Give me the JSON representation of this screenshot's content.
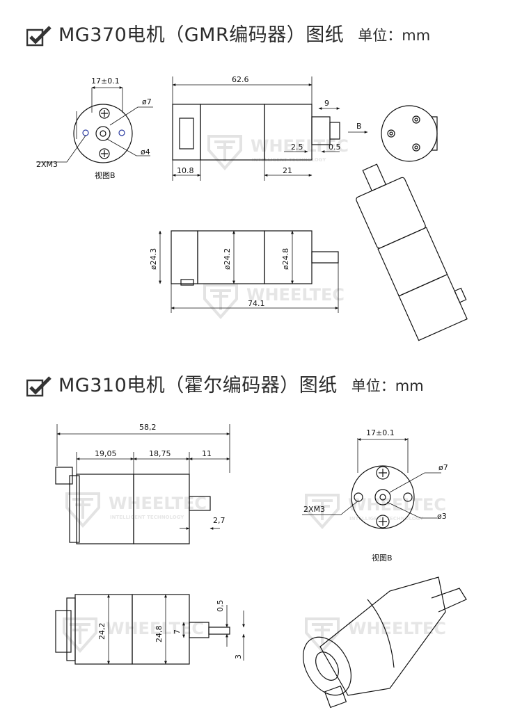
{
  "section1": {
    "title": "MG370电机（GMR编码器）图纸",
    "unit": "单位：mm",
    "dims": {
      "flange_width": "17±0.1",
      "overall_length": "62.6",
      "shaft_dia": "ø7",
      "hole_dia": "ø4",
      "mount_holes": "2XM3",
      "view_b": "视图B",
      "shaft_len": "9",
      "d_2_5": "2.5",
      "d_0_5": "0.5",
      "encoder_len": "10.8",
      "gearbox_len": "21",
      "b_arrow": "B",
      "d_24_3": "ø24.3",
      "d_24_2": "ø24.2",
      "d_24_8": "ø24.8",
      "total_len": "74.1"
    }
  },
  "section2": {
    "title": "MG310电机（霍尔编码器）图纸",
    "unit": "单位：mm",
    "dims": {
      "overall_length": "58,2",
      "motor_len": "19,05",
      "gear_len": "18,75",
      "shaft_len": "11",
      "d_2_7": "2,7",
      "flange_width": "17±0.1",
      "shaft_dia": "ø7",
      "hole_dia": "ø3",
      "mount_holes": "2XM3",
      "view_b": "视图B",
      "d_24_2": "24,2",
      "d_24_8": "24,8",
      "d_7": "7",
      "d_0_5": "0,5",
      "d_3": "3"
    }
  },
  "watermark": {
    "brand": "WHEELTEC",
    "tagline": "INTELLIGENT TECHNOLOGY"
  }
}
